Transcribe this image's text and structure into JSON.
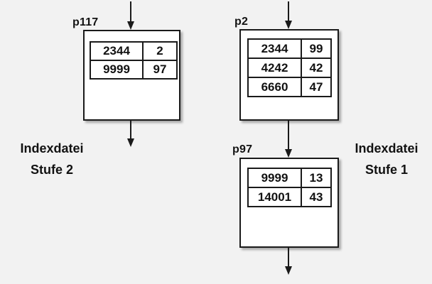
{
  "diagram": {
    "pages": [
      {
        "id": "p117",
        "rows": [
          [
            "2344",
            "2"
          ],
          [
            "9999",
            "97"
          ]
        ]
      },
      {
        "id": "p2",
        "rows": [
          [
            "2344",
            "99"
          ],
          [
            "4242",
            "42"
          ],
          [
            "6660",
            "47"
          ]
        ]
      },
      {
        "id": "p97",
        "rows": [
          [
            "9999",
            "13"
          ],
          [
            "14001",
            "43"
          ]
        ]
      }
    ],
    "labels": {
      "level2_line1": "Indexdatei",
      "level2_line2": "Stufe 2",
      "level1_line1": "Indexdatei",
      "level1_line2": "Stufe 1"
    },
    "colors": {
      "background": "#f2f2f2",
      "line": "#1a1a1a",
      "box_fill": "#ffffff"
    }
  }
}
